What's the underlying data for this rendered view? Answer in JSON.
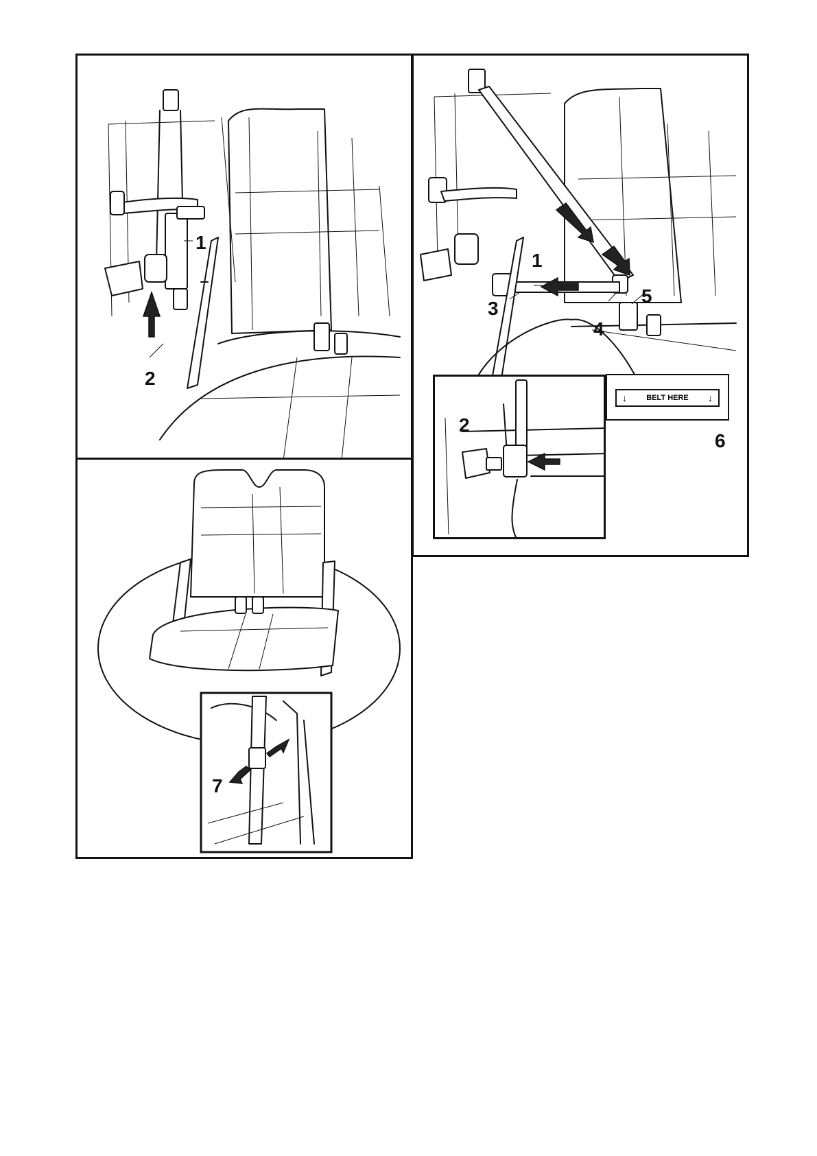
{
  "panel_top_left": {
    "callouts": [
      "1",
      "2"
    ]
  },
  "panel_top_right": {
    "callouts": [
      "1",
      "3",
      "4",
      "5",
      "6"
    ],
    "inset_callouts": [
      "2"
    ],
    "label": {
      "text": "BELT HERE",
      "arrow_left": "↓",
      "arrow_right": "↓"
    }
  },
  "panel_bottom_left": {
    "callouts": [
      "7"
    ]
  }
}
